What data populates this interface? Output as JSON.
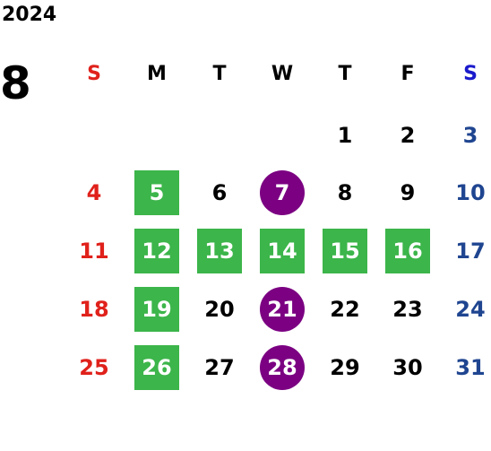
{
  "calendar": {
    "year": "2024",
    "month": "8",
    "weekdays": [
      "S",
      "M",
      "T",
      "W",
      "T",
      "F",
      "S"
    ],
    "weeks": [
      [
        "",
        "",
        "",
        "",
        "1",
        "2",
        "3"
      ],
      [
        "4",
        "5",
        "6",
        "7",
        "8",
        "9",
        "10"
      ],
      [
        "11",
        "12",
        "13",
        "14",
        "15",
        "16",
        "17"
      ],
      [
        "18",
        "19",
        "20",
        "21",
        "22",
        "23",
        "24"
      ],
      [
        "25",
        "26",
        "27",
        "28",
        "29",
        "30",
        "31"
      ]
    ],
    "green_days": [
      "5",
      "12",
      "13",
      "14",
      "15",
      "16",
      "19",
      "26"
    ],
    "purple_days": [
      "7",
      "21",
      "28"
    ]
  },
  "colors": {
    "sunday": "#e0211b",
    "saturday_header": "#1a1acc",
    "saturday": "#1f4590",
    "default": "#000000",
    "green_highlight": "#3cb54a",
    "purple_highlight": "#7b0082",
    "highlight_text": "#ffffff"
  }
}
